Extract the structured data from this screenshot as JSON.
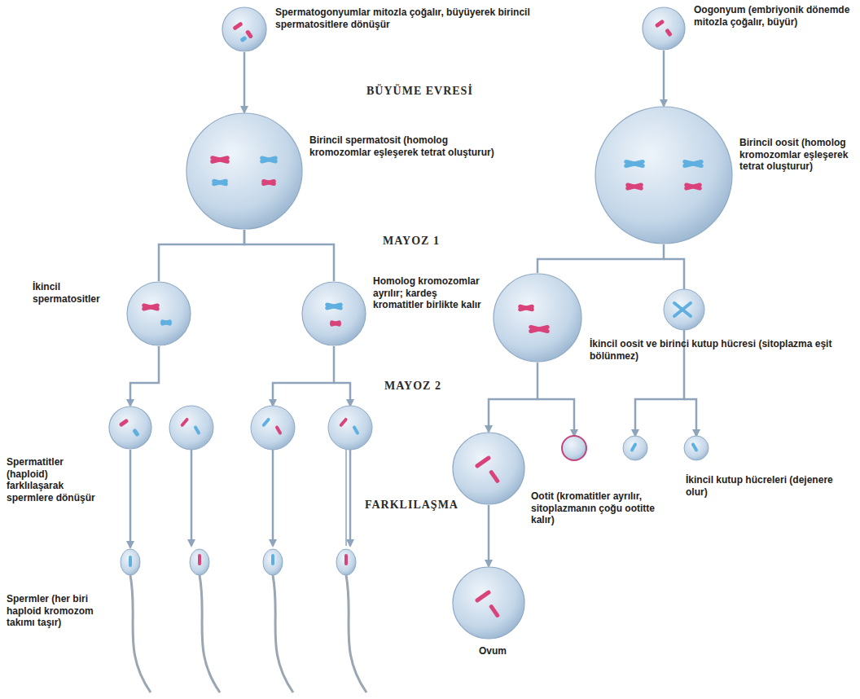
{
  "diagram": {
    "nodes": [
      {
        "text": [
          "Spermatogonyumlar mitozla çoğalır, büyüyerek birincil spermatositlere dönüşür"
        ]
      },
      {
        "text": [
          "Birincil spermatosit (homolog kromozomlar eşleşerek tetrat oluşturur)"
        ]
      },
      {
        "text": [
          "Oogonyum (embriyonik dönemde mitozla çoğalır, büyür)"
        ]
      },
      {
        "text": [
          "Birincil oosit (homolog kromozomlar eşleşerek tetrat oluşturur)"
        ]
      },
      {
        "text": [
          "İkincil spermatositler"
        ]
      },
      {
        "text": [
          "Homolog kromozomlar ayrılır; kardeş kromatitler birlikte kalır"
        ]
      },
      {
        "text": [
          "İkincil oosit ve birinci kutup hücresi (sitoplazma eşit bölünmez)"
        ]
      },
      {
        "text": [
          "Spermatitler (haploid) farklılaşarak spermlere dönüşür"
        ]
      },
      {
        "text": [
          "Ootit (kromatitler ayrılır, sitoplazmanın çoğu ootitte kalır)"
        ]
      },
      {
        "text": [
          "Ovum"
        ]
      },
      {
        "text": [
          "Spermler (her biri haploid kromozom takımı taşır)"
        ]
      }
    ],
    "edges": [
      {
        "from": 0,
        "to": 1,
        "arrow": "to"
      },
      {
        "from": 1,
        "to": 4,
        "arrow": "none"
      },
      {
        "from": 1,
        "to": 5,
        "arrow": "none"
      },
      {
        "from": 2,
        "to": 3,
        "arrow": "to"
      },
      {
        "from": 3,
        "to": 6,
        "arrow": "none"
      },
      {
        "from": 4,
        "to": 7,
        "arrow": "to"
      },
      {
        "from": 6,
        "to": 8,
        "arrow": "to"
      },
      {
        "from": 8,
        "to": 9,
        "arrow": "to"
      },
      {
        "from": 7,
        "to": 10,
        "arrow": "to"
      }
    ],
    "labels": [
      "BÜYÜME EVRESİ",
      "MAYOZ 1",
      "MAYOZ 2",
      "FARKLILAŞMA",
      "İkincil kutup hücreleri (dejenere olur)"
    ]
  }
}
